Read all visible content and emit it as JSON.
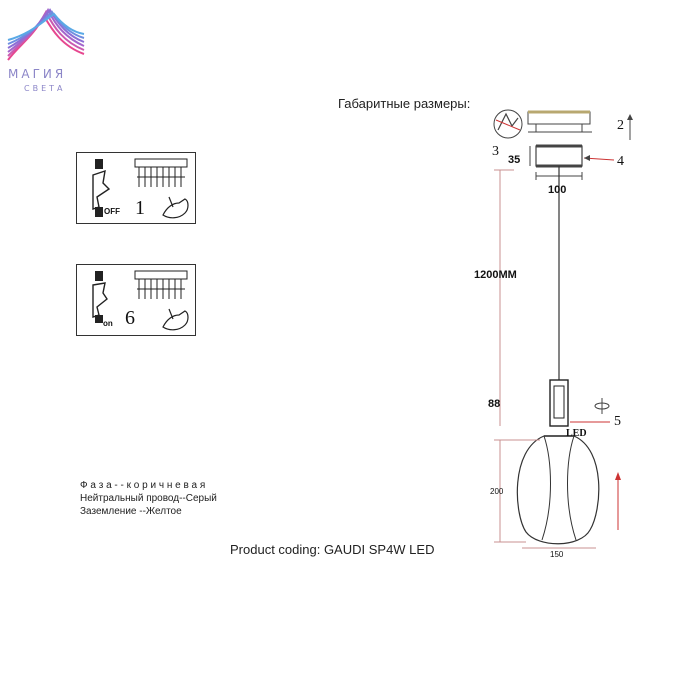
{
  "logo": {
    "name": "МАГИЯ",
    "sub": "СВЕТА",
    "colors": [
      "#e6478f",
      "#8c6fd6",
      "#5aa9e6"
    ]
  },
  "header": {
    "title": "Габаритные размеры:"
  },
  "panels": [
    {
      "state": "OFF",
      "step": "1"
    },
    {
      "state": "on",
      "step": "6"
    }
  ],
  "wiring": {
    "phase": "Ф а з а - - к о р и ч н е в а я",
    "neutral": "Нейтральный провод--Серый",
    "ground": "Заземление --Желтое"
  },
  "product": {
    "coding": "Product coding: GAUDI SP4W LED"
  },
  "drawing": {
    "canopy_height": "35",
    "canopy_width": "100",
    "cable_length": "1200MM",
    "holder_height": "88",
    "shade_height": "200",
    "shade_width": "150",
    "led_label": "LED",
    "callouts": [
      "2",
      "3",
      "4",
      "5"
    ]
  }
}
